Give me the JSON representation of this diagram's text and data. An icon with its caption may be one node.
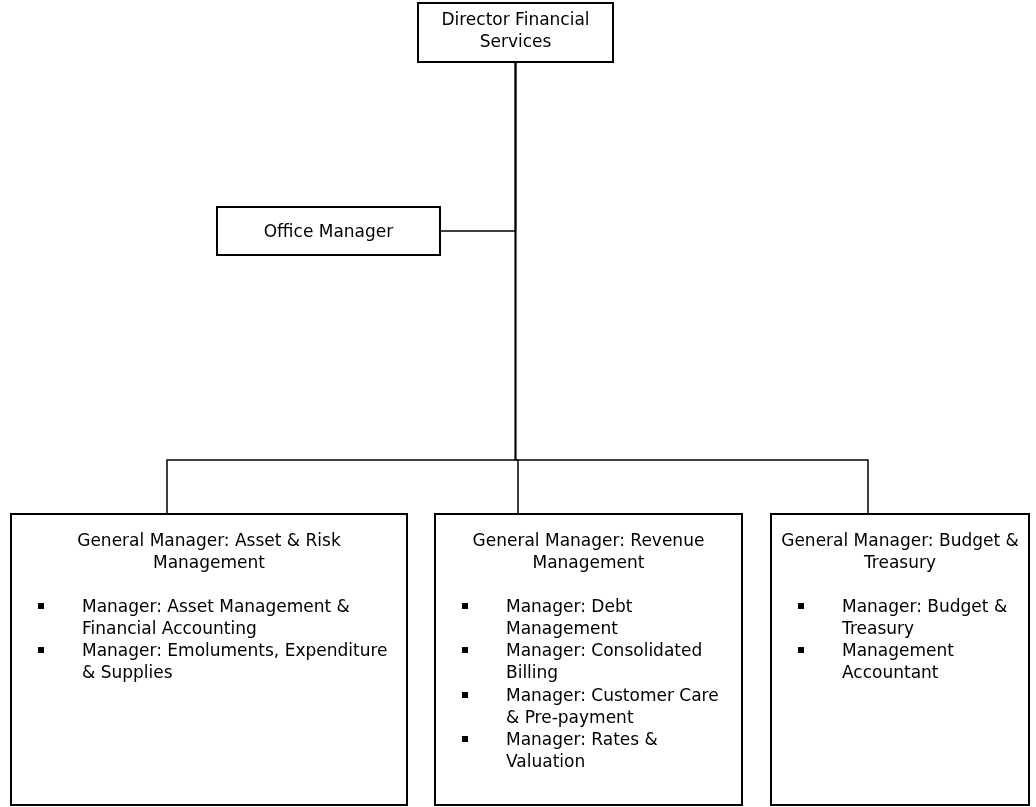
{
  "diagram": {
    "nodes": [
      {
        "text": [
          "Director Financial Services"
        ]
      },
      {
        "text": [
          "Office Manager"
        ]
      },
      {
        "text": [
          "General Manager: Asset & Risk Management",
          "Manager: Asset Management & Financial Accounting",
          "Manager: Emoluments, Expenditure & Supplies"
        ]
      },
      {
        "text": [
          "General Manager: Revenue Management",
          "Manager: Debt Management",
          "Manager: Consolidated Billing",
          "Manager: Customer Care & Pre-payment",
          "Manager: Rates & Valuation"
        ]
      },
      {
        "text": [
          "General Manager: Budget & Treasury",
          "Manager: Budget & Treasury",
          "Management Accountant"
        ]
      }
    ],
    "edges": [
      {
        "from": 0,
        "to": 1,
        "arrow": "none"
      },
      {
        "from": 0,
        "to": 2,
        "arrow": "none"
      },
      {
        "from": 0,
        "to": 3,
        "arrow": "none"
      },
      {
        "from": 0,
        "to": 4,
        "arrow": "none"
      }
    ]
  }
}
